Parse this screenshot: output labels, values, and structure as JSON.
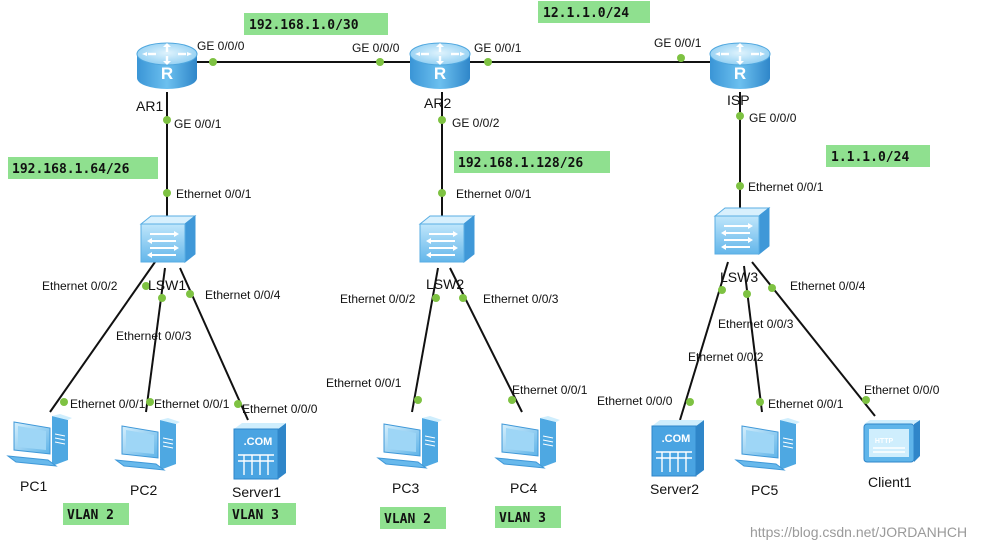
{
  "devices": {
    "ar1": "AR1",
    "ar2": "AR2",
    "isp": "ISP",
    "lsw1": "LSW1",
    "lsw2": "LSW2",
    "lsw3": "LSW3",
    "pc1": "PC1",
    "pc2": "PC2",
    "server1": "Server1",
    "pc3": "PC3",
    "pc4": "PC4",
    "server2": "Server2",
    "pc5": "PC5",
    "client1": "Client1"
  },
  "server_badge": ".COM",
  "client_badge": "HTTP",
  "ports": {
    "ar1_ge000": "GE 0/0/0",
    "ar2_ge000": "GE 0/0/0",
    "ar2_ge001": "GE 0/0/1",
    "isp_ge001": "GE 0/0/1",
    "ar1_ge001": "GE 0/0/1",
    "ar2_ge002": "GE 0/0/2",
    "isp_ge000": "GE 0/0/0",
    "lsw1_e001": "Ethernet 0/0/1",
    "lsw2_e001": "Ethernet 0/0/1",
    "lsw3_e001": "Ethernet 0/0/1",
    "lsw1_e002": "Ethernet 0/0/2",
    "lsw1_e003": "Ethernet 0/0/3",
    "lsw1_e004": "Ethernet 0/0/4",
    "lsw2_e002": "Ethernet 0/0/2",
    "lsw2_e003": "Ethernet 0/0/3",
    "lsw3_e002": "Ethernet 0/0/2",
    "lsw3_e003": "Ethernet 0/0/3",
    "lsw3_e004": "Ethernet 0/0/4",
    "pc1_e001": "Ethernet 0/0/1",
    "pc2_e001": "Ethernet 0/0/1",
    "server1_e000": "Ethernet 0/0/0",
    "pc3_e001": "Ethernet 0/0/1",
    "pc4_e001": "Ethernet 0/0/1",
    "server2_e000": "Ethernet 0/0/0",
    "pc5_e001": "Ethernet 0/0/1",
    "client1_e000": "Ethernet 0/0/0"
  },
  "tags": {
    "net_ar1_ar2": "192.168.1.0/30",
    "net_ar2_isp": "12.1.1.0/24",
    "net_lan1": "192.168.1.64/26",
    "net_lan2": "192.168.1.128/26",
    "net_isp": "1.1.1.0/24",
    "vlan_pc1": "VLAN 2",
    "vlan_server1": "VLAN 3",
    "vlan_pc3": "VLAN 2",
    "vlan_pc4": "VLAN 3"
  },
  "watermark": "https://blog.csdn.net/JORDANHCH",
  "colors": {
    "link": "#111111",
    "port_dot": "#7ec242",
    "tag_bg": "#8fe08f",
    "device_light": "#bfe6fb",
    "device_main": "#5fb5ea",
    "device_dark": "#2a86c8"
  }
}
